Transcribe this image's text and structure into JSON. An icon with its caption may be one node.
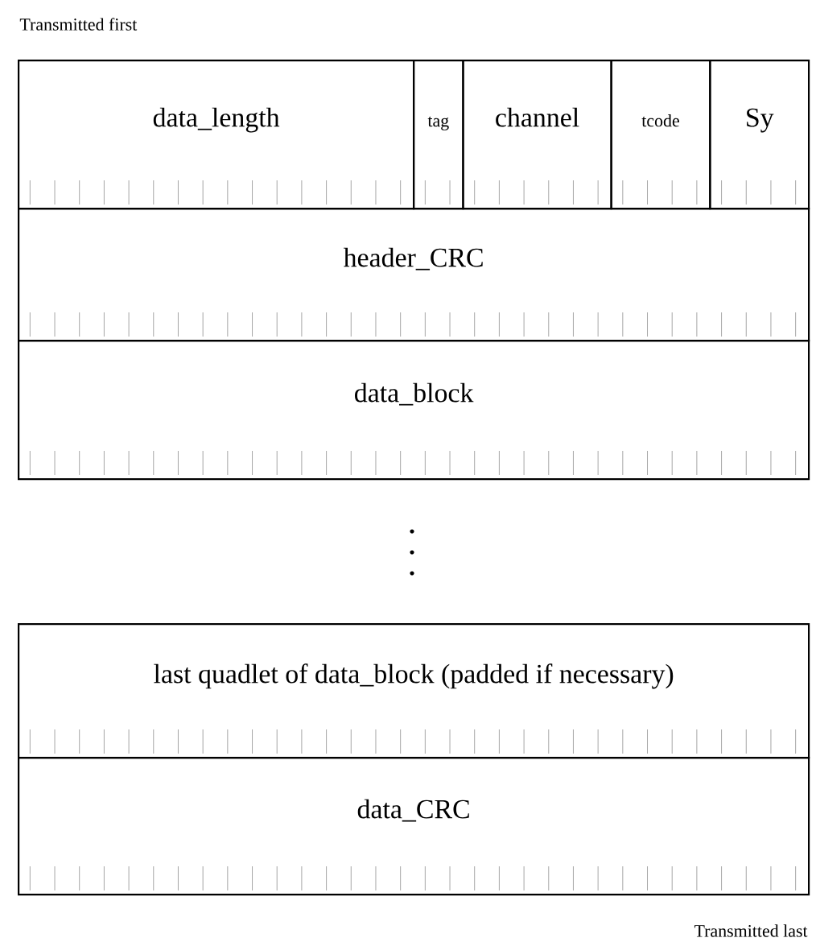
{
  "diagram": {
    "nodes": [
      {
        "text": [
          "data_length"
        ]
      },
      {
        "text": [
          "tag"
        ]
      },
      {
        "text": [
          "channel"
        ]
      },
      {
        "text": [
          "tcode"
        ]
      },
      {
        "text": [
          "Sy"
        ]
      },
      {
        "text": [
          "header_CRC"
        ]
      },
      {
        "text": [
          "data_block"
        ]
      },
      {
        "text": [
          "last quadlet of data_block (padded if necessary)"
        ]
      },
      {
        "text": [
          "data_CRC"
        ]
      }
    ],
    "labels": [
      "Transmitted first",
      "Transmitted last"
    ]
  }
}
